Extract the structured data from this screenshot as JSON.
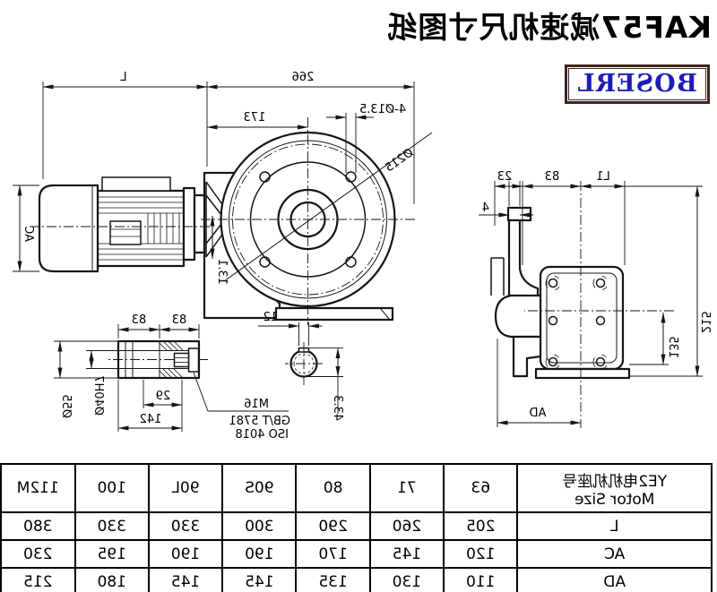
{
  "title": "KAF57减速机尺寸图纸",
  "brand": {
    "logo_text": "BOSERL",
    "text_color": "#1c1cb8",
    "border_color": "#3c241c"
  },
  "front_view": {
    "dim_motor_length": "L",
    "dim_overall": "266",
    "dim_flange": "173",
    "dim_holes": "4-Ø13.5",
    "dim_bolt_circle": "Ø215",
    "dim_motor_diameter": "AC",
    "dim_inner": "13.1"
  },
  "side_view": {
    "dim_l1": "L1",
    "dim_83": "83",
    "dim_23": "23",
    "dim_4": "4",
    "dim_height": "215",
    "dim_center_height": "135",
    "dim_ad": "AD"
  },
  "shaft_detail": {
    "dim_len1": "83",
    "dim_len2": "83",
    "dim_key_len": "29",
    "dim_total": "142",
    "dim_outer": "Ø55",
    "dim_bore": "Ø40H7",
    "callout": [
      "M16",
      "GB/T 5781",
      "ISO 4018"
    ]
  },
  "keyway_detail": {
    "dim_width": "12",
    "dim_depth": "43.3"
  },
  "size_table": {
    "header_cn": "YE2电机机座号",
    "header_en": "Motor Size",
    "columns": [
      "63",
      "71",
      "80",
      "90S",
      "90L",
      "100",
      "112M"
    ],
    "rows": [
      {
        "label": "L",
        "values": [
          "205",
          "260",
          "290",
          "300",
          "330",
          "330",
          "380"
        ]
      },
      {
        "label": "AC",
        "values": [
          "120",
          "145",
          "170",
          "190",
          "190",
          "195",
          "230"
        ]
      },
      {
        "label": "AD",
        "values": [
          "110",
          "130",
          "135",
          "145",
          "145",
          "180",
          "215"
        ]
      }
    ]
  }
}
